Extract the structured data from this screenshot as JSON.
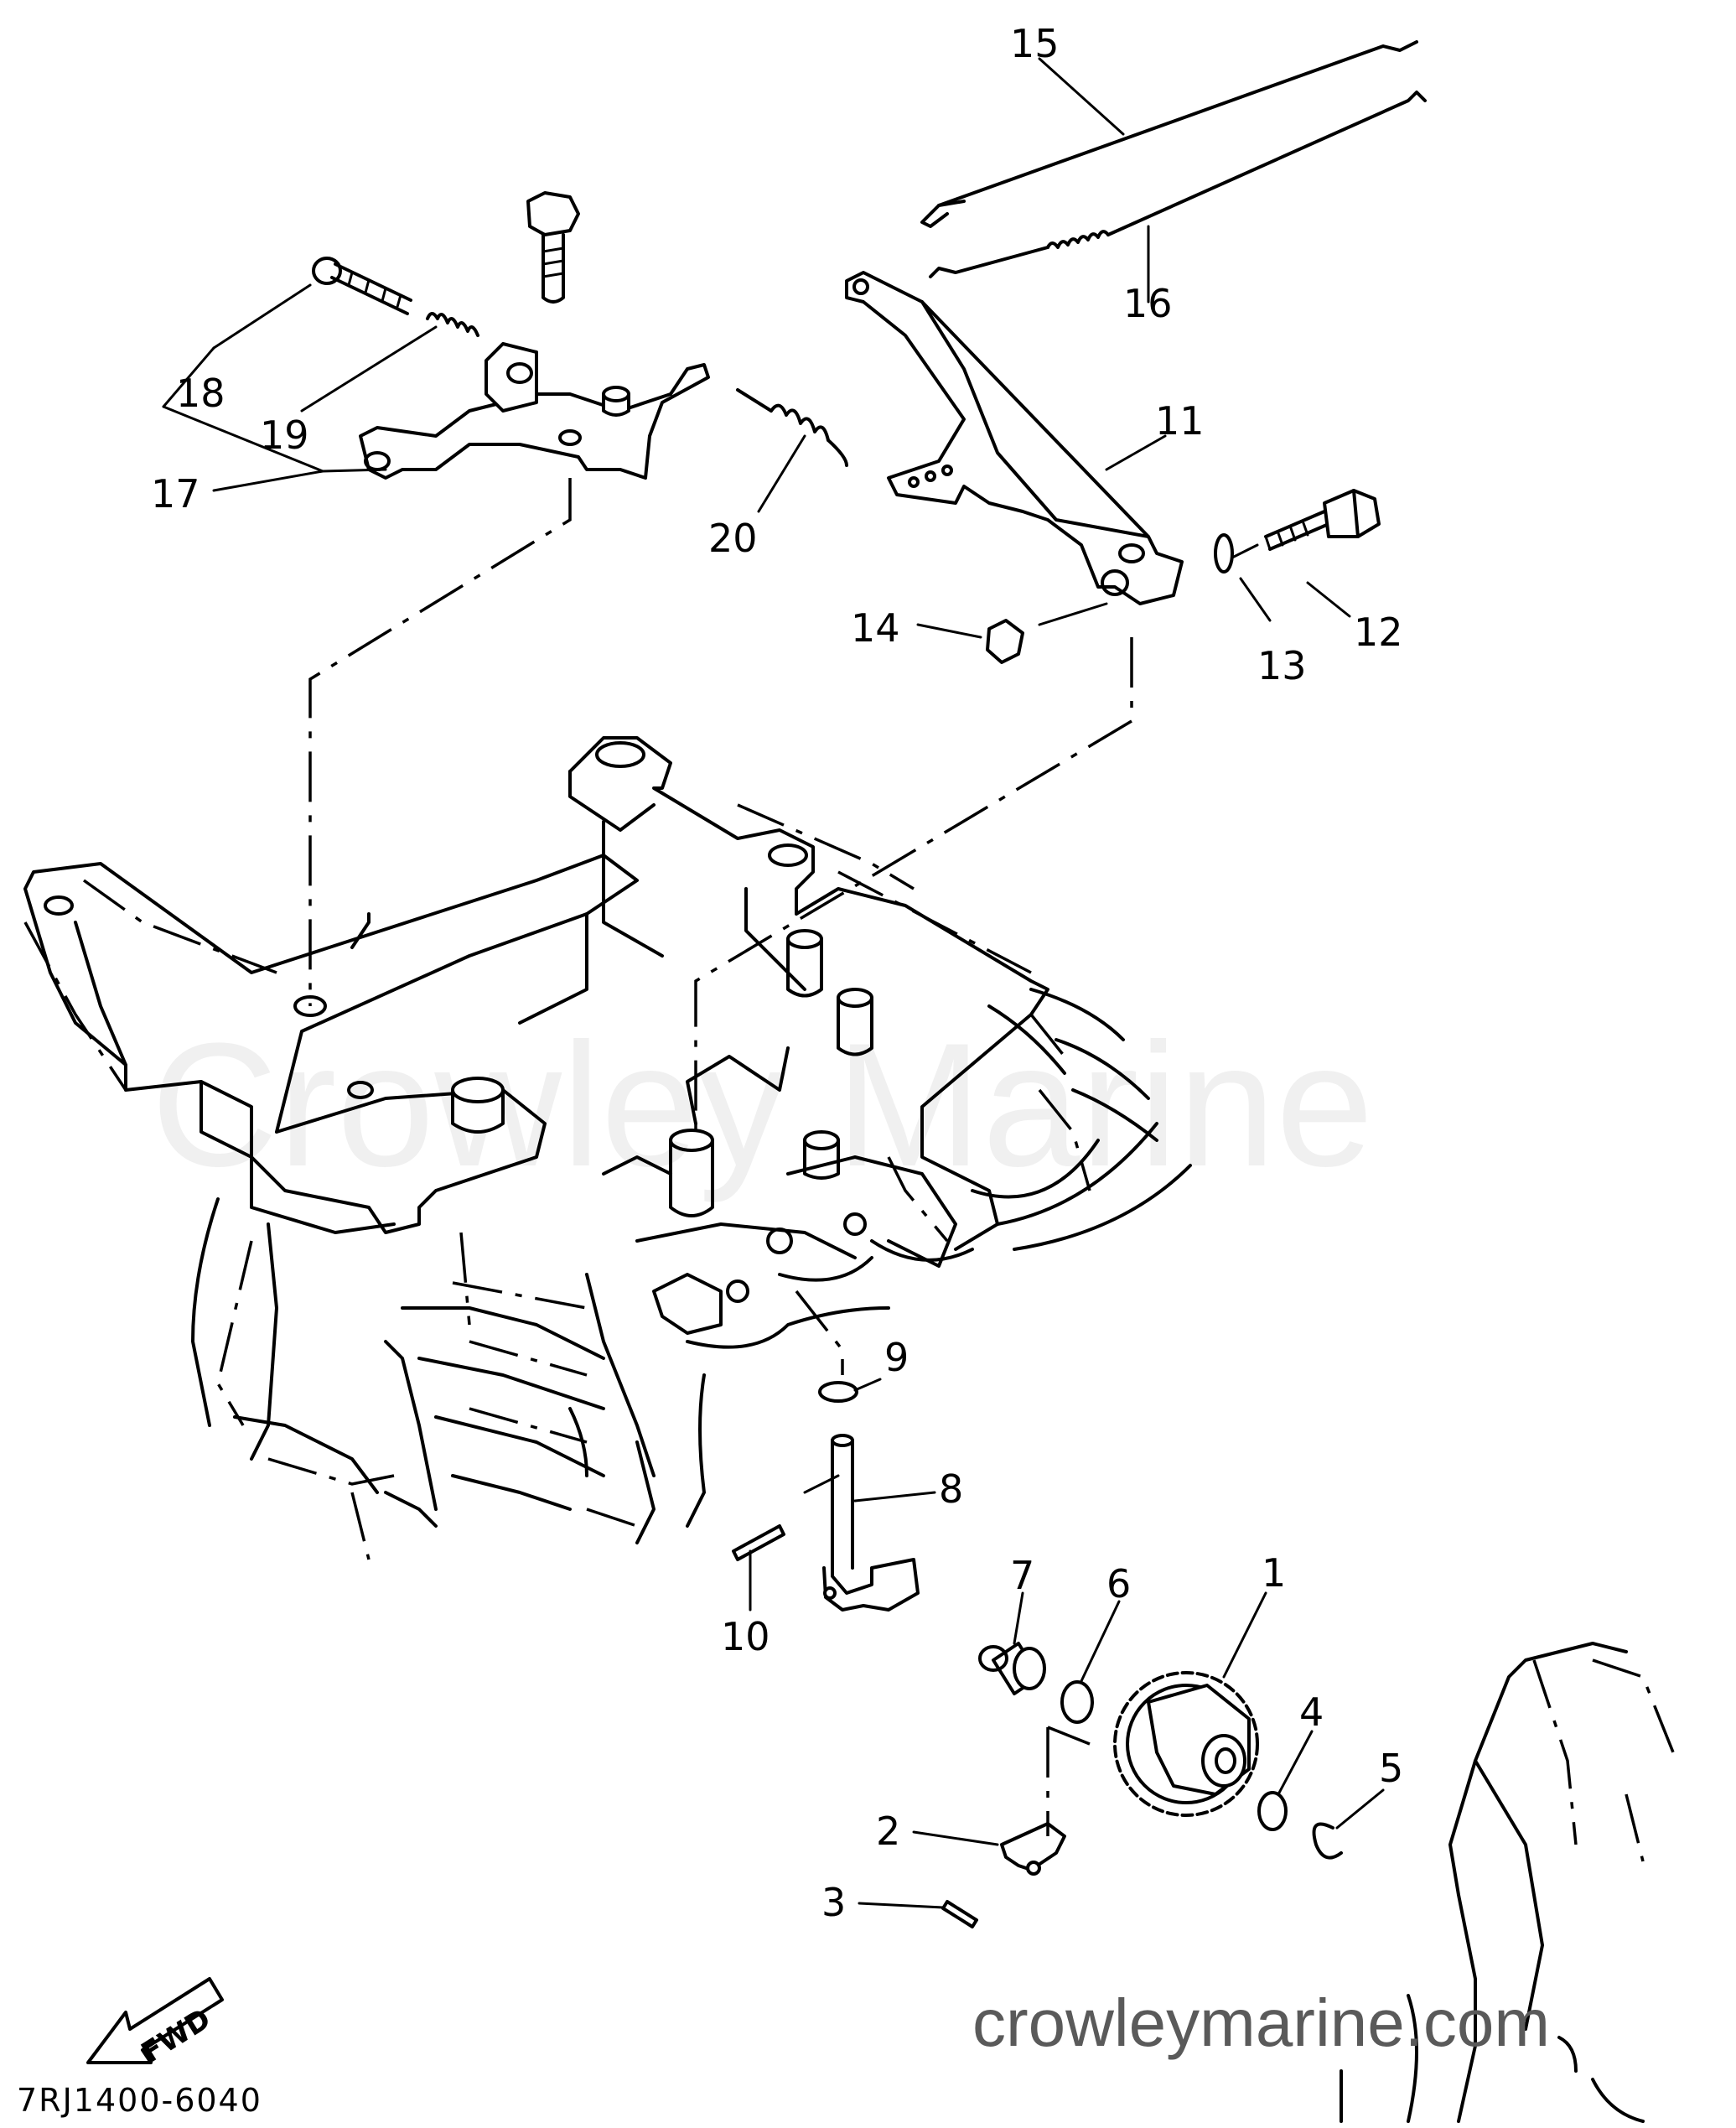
{
  "diagram": {
    "callouts": [
      {
        "id": "1",
        "label": "1"
      },
      {
        "id": "2",
        "label": "2"
      },
      {
        "id": "3",
        "label": "3"
      },
      {
        "id": "4",
        "label": "4"
      },
      {
        "id": "5",
        "label": "5"
      },
      {
        "id": "6",
        "label": "6"
      },
      {
        "id": "7",
        "label": "7"
      },
      {
        "id": "8",
        "label": "8"
      },
      {
        "id": "9",
        "label": "9"
      },
      {
        "id": "10",
        "label": "10"
      },
      {
        "id": "11",
        "label": "11"
      },
      {
        "id": "12",
        "label": "12"
      },
      {
        "id": "13",
        "label": "13"
      },
      {
        "id": "14",
        "label": "14"
      },
      {
        "id": "15",
        "label": "15"
      },
      {
        "id": "16",
        "label": "16"
      },
      {
        "id": "17",
        "label": "17"
      },
      {
        "id": "18",
        "label": "18"
      },
      {
        "id": "19",
        "label": "19"
      },
      {
        "id": "20",
        "label": "20"
      }
    ],
    "fwd_label": "FWD",
    "drawing_code": "7RJ1400-6040"
  },
  "watermark": {
    "center_text": "Crowley Marine",
    "site_text": "crowleymarine.com"
  }
}
